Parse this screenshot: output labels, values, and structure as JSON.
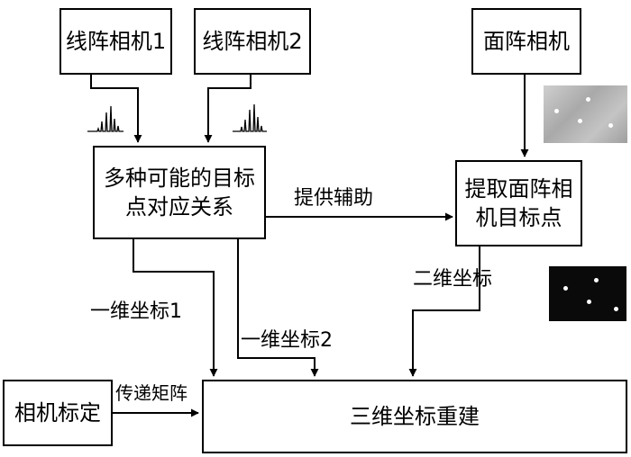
{
  "boxes": {
    "line_camera_1": "线阵相机1",
    "line_camera_2": "线阵相机2",
    "area_camera": "面阵相机",
    "correspondence": "多种可能的目标点对应关系",
    "extract_points": "提取面阵相机目标点",
    "camera_calibration": "相机标定",
    "reconstruction": "三维坐标重建"
  },
  "edge_labels": {
    "assist": "提供辅助",
    "coord_1d_1": "一维坐标1",
    "coord_1d_2": "一维坐标2",
    "coord_2d": "二维坐标",
    "transfer_matrix": "传递矩阵"
  },
  "colors": {
    "line": "#000000",
    "gray_image": "#b9b9b9",
    "dark_image": "#0a0a0a"
  }
}
